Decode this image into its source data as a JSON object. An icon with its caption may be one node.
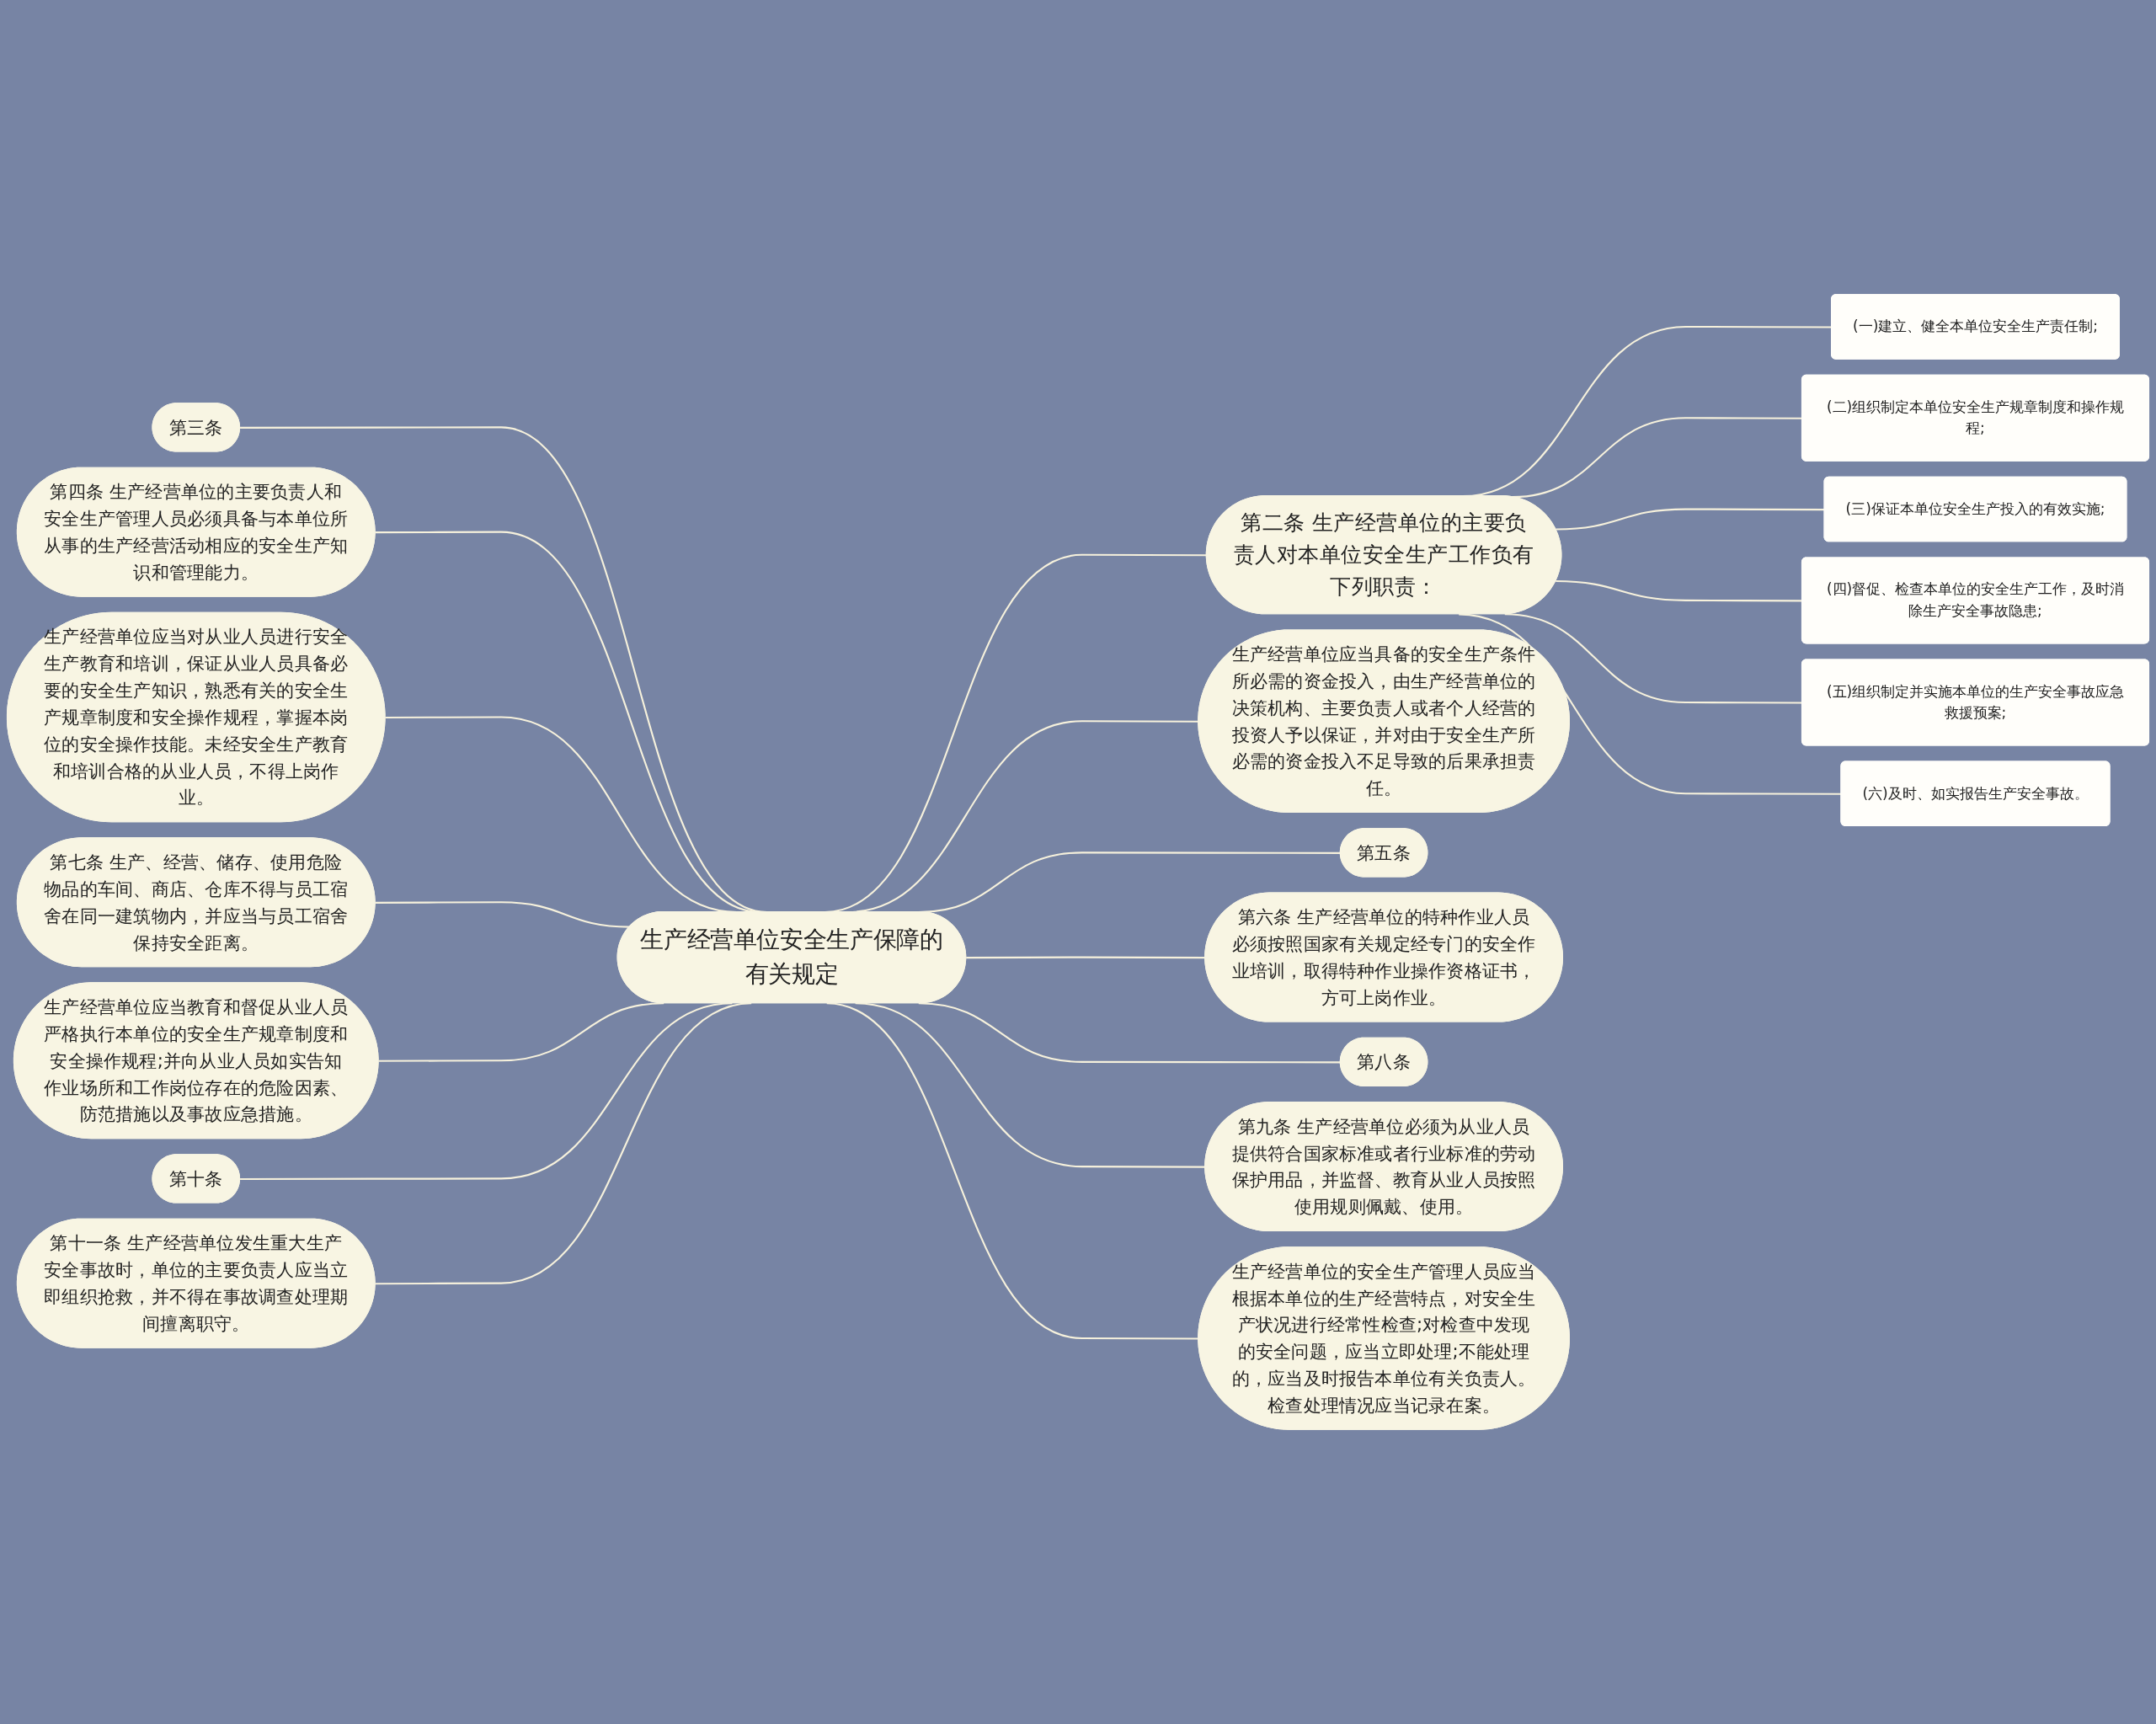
{
  "diagram": {
    "nodes": [
      {
        "text": [
          "生产经营单位安全生产保障的有关规定"
        ]
      },
      {
        "text": [
          "第二条 生产经营单位的主要负责人对本单位安全生产工作负有下列职责："
        ]
      },
      {
        "text": [
          "(一)建立、健全本单位安全生产责任制;"
        ]
      },
      {
        "text": [
          "(二)组织制定本单位安全生产规章制度和操作规程;"
        ]
      },
      {
        "text": [
          "(三)保证本单位安全生产投入的有效实施;"
        ]
      },
      {
        "text": [
          "(四)督促、检查本单位的安全生产工作，及时消除生产安全事故隐患;"
        ]
      },
      {
        "text": [
          "(五)组织制定并实施本单位的生产安全事故应急救援预案;"
        ]
      },
      {
        "text": [
          "(六)及时、如实报告生产安全事故。"
        ]
      },
      {
        "text": [
          "生产经营单位应当具备的安全生产条件所必需的资金投入，由生产经营单位的决策机构、主要负责人或者个人经营的投资人予以保证，并对由于安全生产所必需的资金投入不足导致的后果承担责任。"
        ]
      },
      {
        "text": [
          "第五条"
        ]
      },
      {
        "text": [
          "第六条 生产经营单位的特种作业人员必须按照国家有关规定经专门的安全作业培训，取得特种作业操作资格证书，方可上岗作业。"
        ]
      },
      {
        "text": [
          "第八条"
        ]
      },
      {
        "text": [
          "第九条 生产经营单位必须为从业人员提供符合国家标准或者行业标准的劳动保护用品，并监督、教育从业人员按照使用规则佩戴、使用。"
        ]
      },
      {
        "text": [
          "生产经营单位的安全生产管理人员应当根据本单位的生产经营特点，对安全生产状况进行经常性检查;对检查中发现的安全问题，应当立即处理;不能处理的，应当及时报告本单位有关负责人。检查处理情况应当记录在案。"
        ]
      },
      {
        "text": [
          "第三条"
        ]
      },
      {
        "text": [
          "第四条 生产经营单位的主要负责人和安全生产管理人员必须具备与本单位所从事的生产经营活动相应的安全生产知识和管理能力。"
        ]
      },
      {
        "text": [
          "生产经营单位应当对从业人员进行安全生产教育和培训，保证从业人员具备必要的安全生产知识，熟悉有关的安全生产规章制度和安全操作规程，掌握本岗位的安全操作技能。未经安全生产教育和培训合格的从业人员，不得上岗作业。"
        ]
      },
      {
        "text": [
          "第七条 生产、经营、储存、使用危险物品的车间、商店、仓库不得与员工宿舍在同一建筑物内，并应当与员工宿舍保持安全距离。"
        ]
      },
      {
        "text": [
          "生产经营单位应当教育和督促从业人员严格执行本单位的安全生产规章制度和安全操作规程;并向从业人员如实告知作业场所和工作岗位存在的危险因素、防范措施以及事故应急措施。"
        ]
      },
      {
        "text": [
          "第十条"
        ]
      },
      {
        "text": [
          "第十一条 生产经营单位发生重大生产安全事故时，单位的主要负责人应当立即组织抢救，并不得在事故调查处理期间擅离职守。"
        ]
      }
    ],
    "edges": [
      {
        "from": 0,
        "to": 1,
        "arrow": "none"
      },
      {
        "from": 1,
        "to": 2,
        "arrow": "none"
      },
      {
        "from": 1,
        "to": 3,
        "arrow": "none"
      },
      {
        "from": 1,
        "to": 4,
        "arrow": "none"
      },
      {
        "from": 1,
        "to": 5,
        "arrow": "none"
      },
      {
        "from": 1,
        "to": 6,
        "arrow": "none"
      },
      {
        "from": 1,
        "to": 7,
        "arrow": "none"
      },
      {
        "from": 0,
        "to": 8,
        "arrow": "none"
      },
      {
        "from": 0,
        "to": 9,
        "arrow": "none"
      },
      {
        "from": 0,
        "to": 10,
        "arrow": "none"
      },
      {
        "from": 0,
        "to": 11,
        "arrow": "none"
      },
      {
        "from": 0,
        "to": 12,
        "arrow": "none"
      },
      {
        "from": 0,
        "to": 13,
        "arrow": "none"
      },
      {
        "from": 0,
        "to": 14,
        "arrow": "none"
      },
      {
        "from": 0,
        "to": 15,
        "arrow": "none"
      },
      {
        "from": 0,
        "to": 16,
        "arrow": "none"
      },
      {
        "from": 0,
        "to": 17,
        "arrow": "none"
      },
      {
        "from": 0,
        "to": 18,
        "arrow": "none"
      },
      {
        "from": 0,
        "to": 19,
        "arrow": "none"
      },
      {
        "from": 0,
        "to": 20,
        "arrow": "none"
      }
    ]
  }
}
